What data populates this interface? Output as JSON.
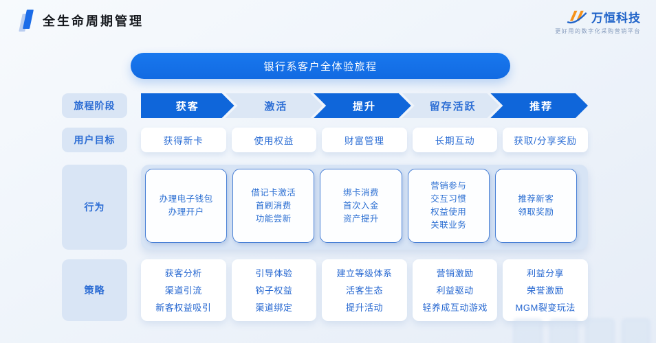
{
  "header": {
    "title": "全生命周期管理",
    "logo": {
      "name": "万恒科技",
      "tagline": "更好用的数字化采购营销平台"
    }
  },
  "journey": {
    "banner": "银行系客户全体验旅程",
    "row_labels": {
      "stages": "旅程阶段",
      "goals": "用户目标",
      "behaviors": "行为",
      "strategies": "策略"
    },
    "stages": [
      {
        "label": "获客",
        "emphasis": true
      },
      {
        "label": "激活",
        "emphasis": false
      },
      {
        "label": "提升",
        "emphasis": true
      },
      {
        "label": "留存活跃",
        "emphasis": false
      },
      {
        "label": "推荐",
        "emphasis": true
      }
    ],
    "goals": [
      {
        "label": "获得新卡"
      },
      {
        "label": "使用权益"
      },
      {
        "label": "财富管理"
      },
      {
        "label": "长期互动"
      },
      {
        "label": "获取/分享奖励"
      }
    ],
    "behaviors": [
      {
        "lines": [
          "办理电子钱包",
          "办理开户"
        ]
      },
      {
        "lines": [
          "借记卡激活",
          "首刷消费",
          "功能尝新"
        ]
      },
      {
        "lines": [
          "绑卡消费",
          "首次入金",
          "资产提升"
        ]
      },
      {
        "lines": [
          "营销参与",
          "交互习惯",
          "权益使用",
          "关联业务"
        ]
      },
      {
        "lines": [
          "推荐新客",
          "领取奖励"
        ]
      }
    ],
    "strategies": [
      {
        "lines": [
          "获客分析",
          "渠道引流",
          "新客权益吸引"
        ]
      },
      {
        "lines": [
          "引导体验",
          "钩子权益",
          "渠道绑定"
        ]
      },
      {
        "lines": [
          "建立等级体系",
          "活客生态",
          "提升活动"
        ]
      },
      {
        "lines": [
          "营销激励",
          "利益驱动",
          "轻养成互动游戏"
        ]
      },
      {
        "lines": [
          "利益分享",
          "荣誉激励",
          "MGM裂变玩法"
        ]
      }
    ]
  },
  "colors": {
    "primary_blue": "#0f66da",
    "banner_blue": "#1472e8",
    "light_chevron": "#dce7f5",
    "label_bg": "#d9e5f5",
    "card_text_blue": "#2e6fd5",
    "behavior_panel": "#d7e4f5",
    "behavior_border": "#4a81d6",
    "logo_orange": "#f5921b",
    "logo_blue": "#1e62c8",
    "background": "#eef3fa"
  }
}
